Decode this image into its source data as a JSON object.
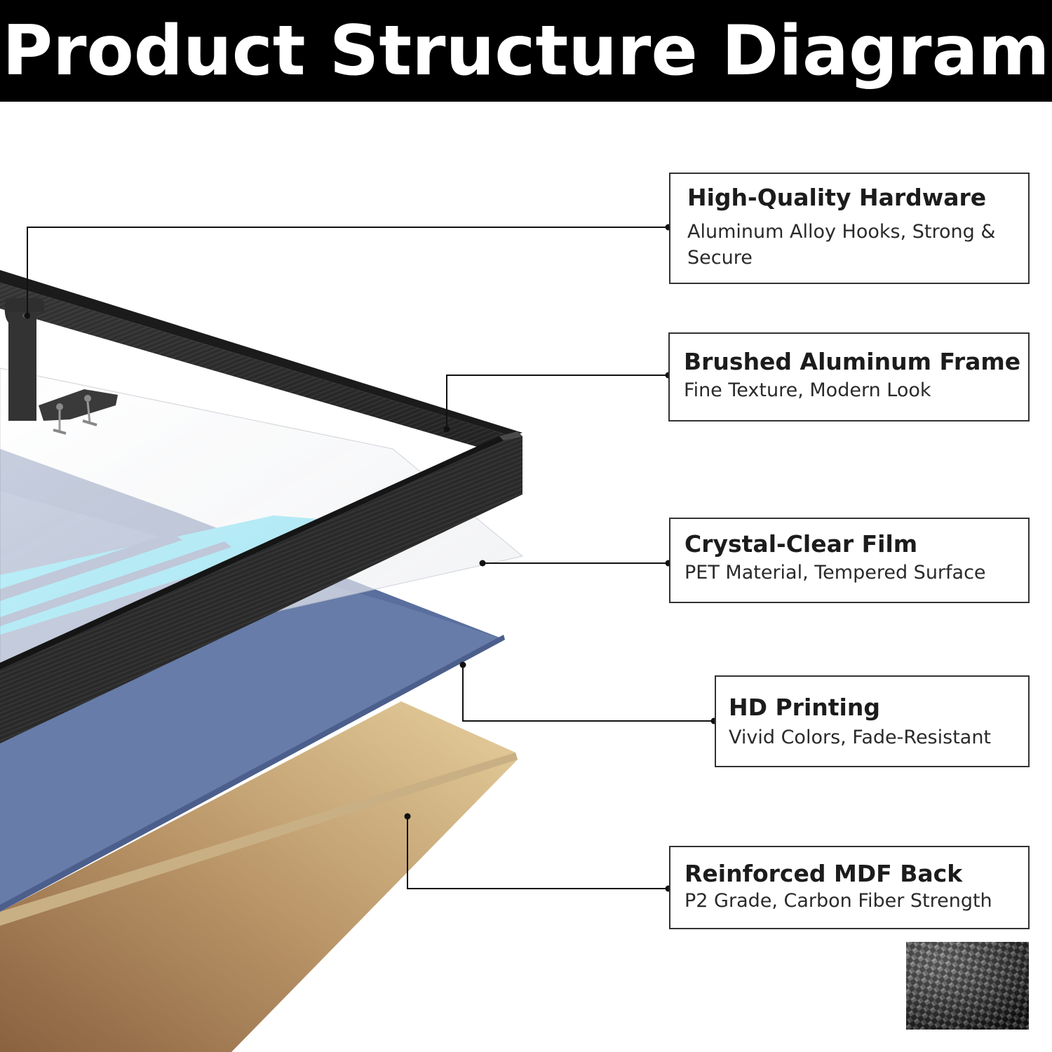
{
  "header": {
    "title": "Product Structure Diagram"
  },
  "callouts": [
    {
      "title": "High-Quality Hardware",
      "desc": "Aluminum Alloy Hooks, Strong & Secure"
    },
    {
      "title": "Brushed Aluminum Frame",
      "desc": "Fine Texture, Modern Look"
    },
    {
      "title": "Crystal-Clear Film",
      "desc": "PET Material, Tempered Surface"
    },
    {
      "title": "HD Printing",
      "desc": "Vivid Colors, Fade-Resistant"
    },
    {
      "title": "Reinforced MDF Back",
      "desc": "P2 Grade, Carbon Fiber Strength"
    }
  ],
  "colors": {
    "header_bg": "#000000",
    "frame": "#2b2b2b",
    "print_blue": "#5a6f9e",
    "print_cyan": "#3fd7f2",
    "mdf_light": "#d8bd8b",
    "mdf_dark": "#8a6240"
  }
}
